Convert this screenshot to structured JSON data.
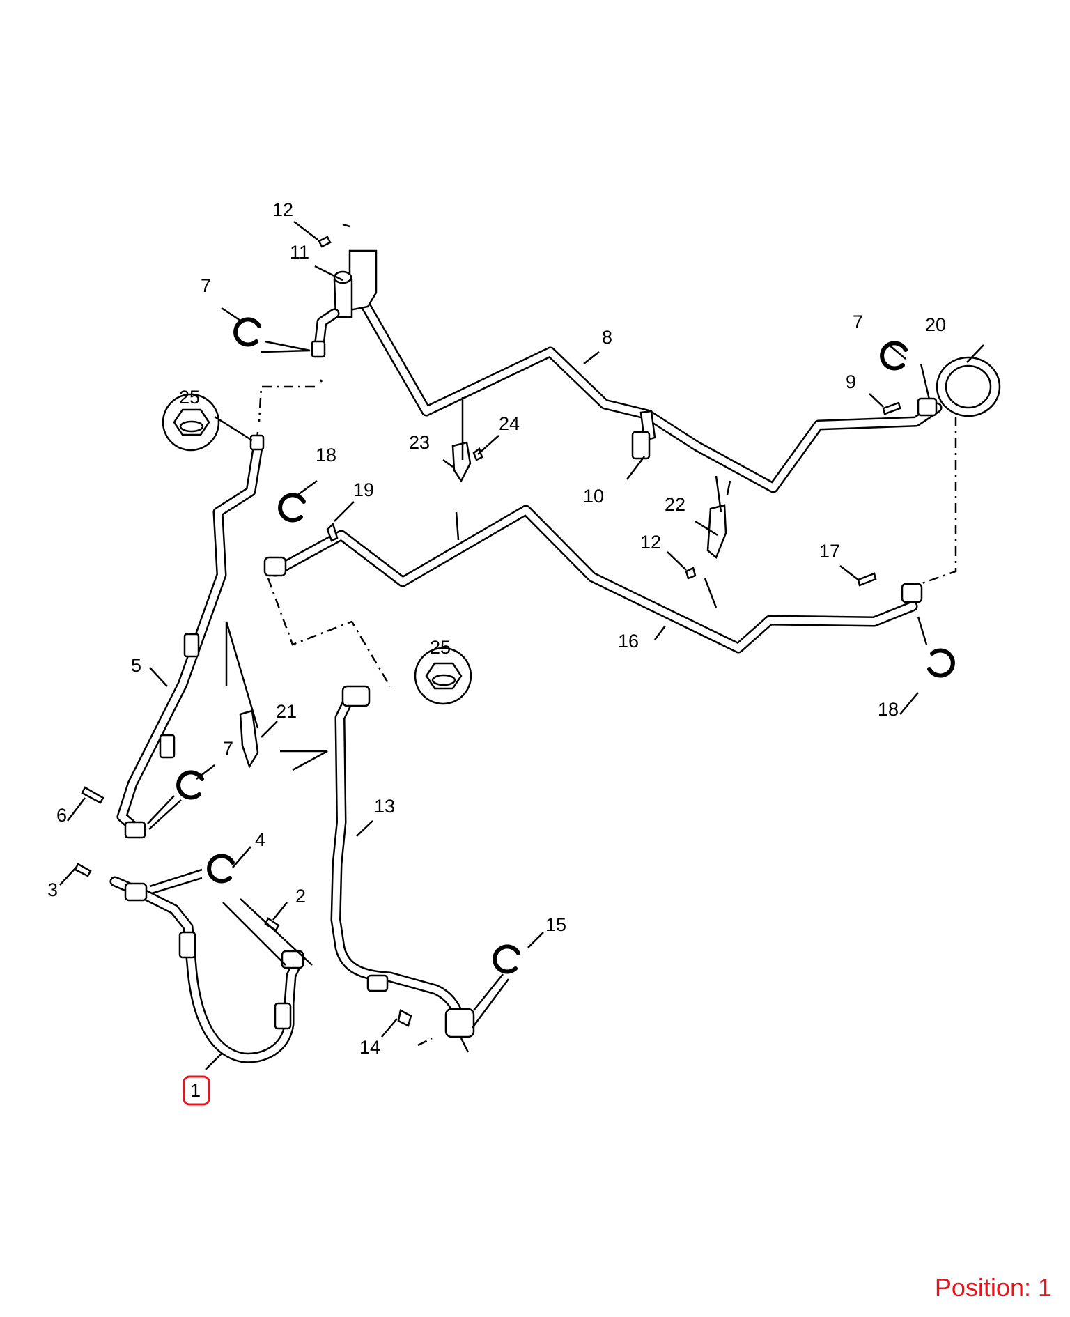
{
  "diagram": {
    "callouts": [
      {
        "id": "c12a",
        "text": "12"
      },
      {
        "id": "c11",
        "text": "11"
      },
      {
        "id": "c7a",
        "text": "7"
      },
      {
        "id": "c8",
        "text": "8"
      },
      {
        "id": "c7b",
        "text": "7"
      },
      {
        "id": "c20",
        "text": "20"
      },
      {
        "id": "c9",
        "text": "9"
      },
      {
        "id": "c25a",
        "text": "25"
      },
      {
        "id": "c23",
        "text": "23"
      },
      {
        "id": "c24",
        "text": "24"
      },
      {
        "id": "c10",
        "text": "10"
      },
      {
        "id": "c18a",
        "text": "18"
      },
      {
        "id": "c19",
        "text": "19"
      },
      {
        "id": "c22",
        "text": "22"
      },
      {
        "id": "c12b",
        "text": "12"
      },
      {
        "id": "c17",
        "text": "17"
      },
      {
        "id": "c5",
        "text": "5"
      },
      {
        "id": "c16",
        "text": "16"
      },
      {
        "id": "c25b",
        "text": "25"
      },
      {
        "id": "c18b",
        "text": "18"
      },
      {
        "id": "c21",
        "text": "21"
      },
      {
        "id": "c7c",
        "text": "7"
      },
      {
        "id": "c13",
        "text": "13"
      },
      {
        "id": "c6",
        "text": "6"
      },
      {
        "id": "c4",
        "text": "4"
      },
      {
        "id": "c3",
        "text": "3"
      },
      {
        "id": "c2",
        "text": "2"
      },
      {
        "id": "c15",
        "text": "15"
      },
      {
        "id": "c14",
        "text": "14"
      },
      {
        "id": "c1",
        "text": "1"
      }
    ],
    "highlighted_callout": "1"
  },
  "position_label": "Position: 1",
  "colors": {
    "highlight": "#e8141c",
    "linework": "#000000",
    "background": "#ffffff"
  }
}
